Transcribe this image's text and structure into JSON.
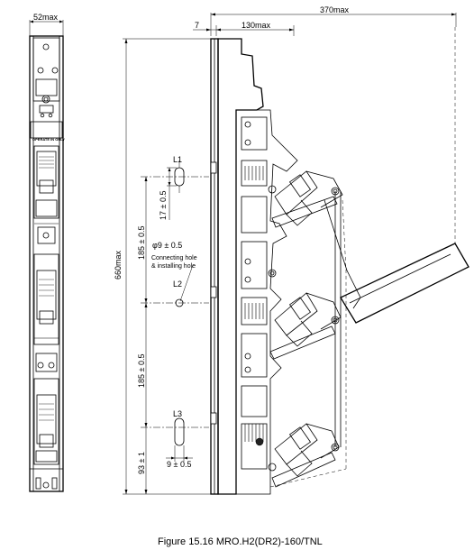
{
  "dimensions": {
    "width_52": "52max",
    "gap_7": "7",
    "width_130": "130max",
    "width_370": "370max",
    "height_660": "660max",
    "dist_185_top": "185 ± 0.5",
    "dist_185_bottom": "185 ± 0.5",
    "dist_17": "17 ± 0.5",
    "dist_93": "93 ± 1",
    "hole_dia": "φ9 ± 0.5",
    "slot_width": "9 ± 0.5"
  },
  "labels": {
    "l1": "L1",
    "l2": "L2",
    "l3": "L3",
    "hole_note_line1": "Connecting hole",
    "hole_note_line2": "& installing hole",
    "operate_label": "OPERATE IN ONLY"
  },
  "caption": "Figure 15.16   MRO.H2(DR2)-160/TNL"
}
